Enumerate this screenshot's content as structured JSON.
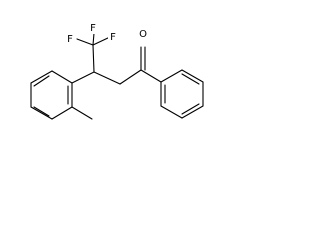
{
  "structure": {
    "atom_labels": {
      "f1": "F",
      "f2": "F",
      "f3": "F",
      "carbonyl_o": "O"
    }
  }
}
